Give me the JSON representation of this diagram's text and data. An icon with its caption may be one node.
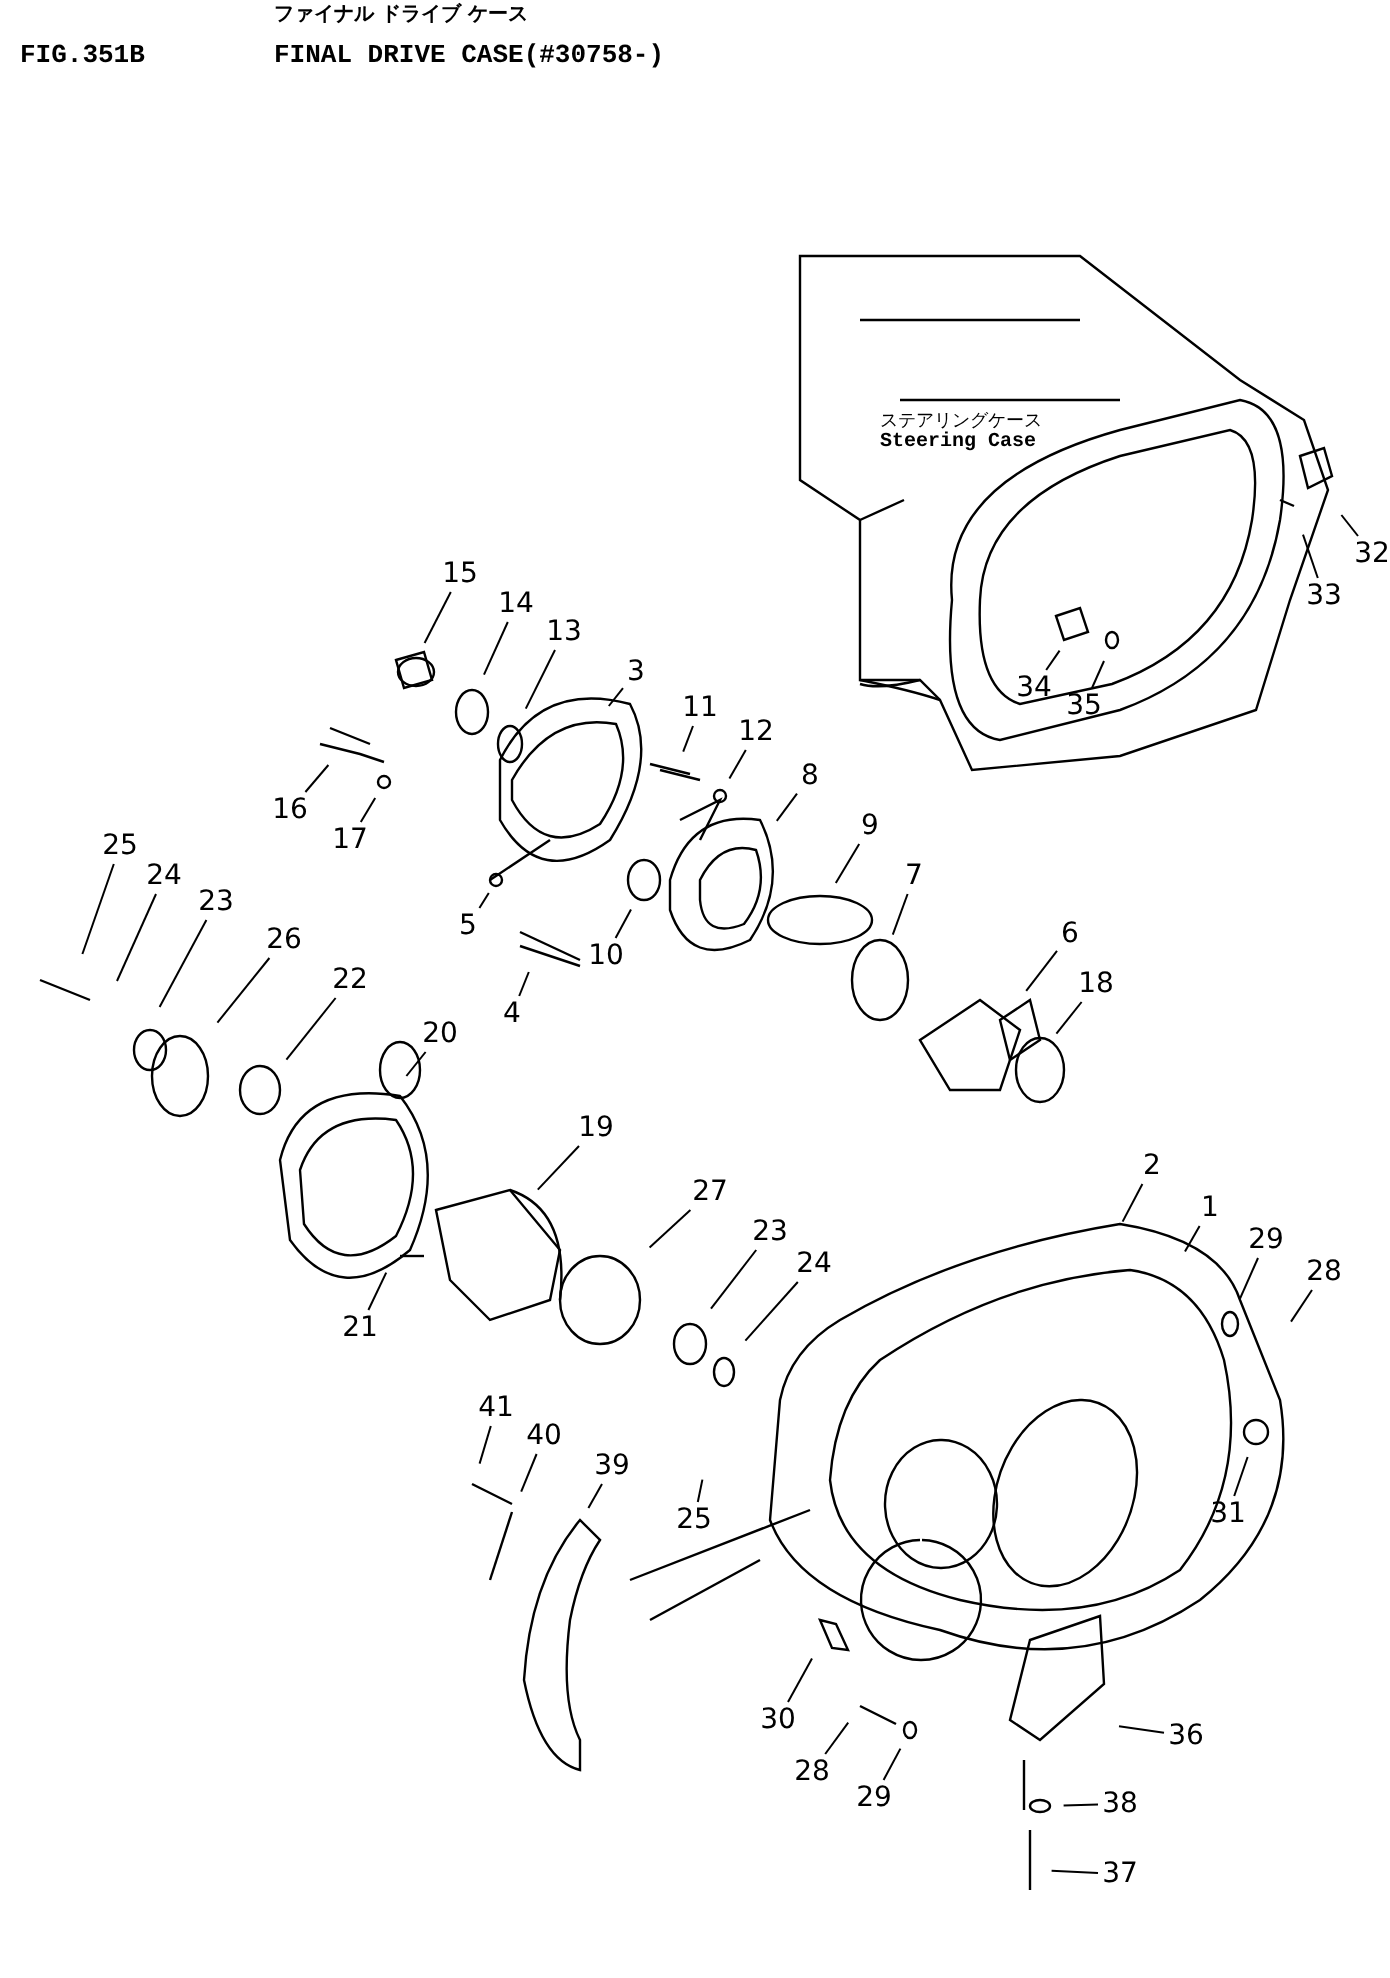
{
  "diagram": {
    "title": "FINAL DRIVE CASE(#30758-)",
    "nodes": [
      {
        "text": [
          "15"
        ]
      },
      {
        "text": [
          "14"
        ]
      },
      {
        "text": [
          "13"
        ]
      },
      {
        "text": [
          "3"
        ]
      },
      {
        "text": [
          "11"
        ]
      },
      {
        "text": [
          "12"
        ]
      },
      {
        "text": [
          "8"
        ]
      },
      {
        "text": [
          "9"
        ]
      },
      {
        "text": [
          "7"
        ]
      },
      {
        "text": [
          "6"
        ]
      },
      {
        "text": [
          "18"
        ]
      },
      {
        "text": [
          "16"
        ]
      },
      {
        "text": [
          "17"
        ]
      },
      {
        "text": [
          "5"
        ]
      },
      {
        "text": [
          "4"
        ]
      },
      {
        "text": [
          "10"
        ]
      },
      {
        "text": [
          "25"
        ]
      },
      {
        "text": [
          "24"
        ]
      },
      {
        "text": [
          "23"
        ]
      },
      {
        "text": [
          "26"
        ]
      },
      {
        "text": [
          "22"
        ]
      },
      {
        "text": [
          "20"
        ]
      },
      {
        "text": [
          "19"
        ]
      },
      {
        "text": [
          "27"
        ]
      },
      {
        "text": [
          "23"
        ]
      },
      {
        "text": [
          "24"
        ]
      },
      {
        "text": [
          "21"
        ]
      },
      {
        "text": [
          "2"
        ]
      },
      {
        "text": [
          "1"
        ]
      },
      {
        "text": [
          "29"
        ]
      },
      {
        "text": [
          "28"
        ]
      },
      {
        "text": [
          "31"
        ]
      },
      {
        "text": [
          "41"
        ]
      },
      {
        "text": [
          "40"
        ]
      },
      {
        "text": [
          "39"
        ]
      },
      {
        "text": [
          "25"
        ]
      },
      {
        "text": [
          "30"
        ]
      },
      {
        "text": [
          "28"
        ]
      },
      {
        "text": [
          "29"
        ]
      },
      {
        "text": [
          "36"
        ]
      },
      {
        "text": [
          "38"
        ]
      },
      {
        "text": [
          "37"
        ]
      },
      {
        "text": [
          "32"
        ]
      },
      {
        "text": [
          "33"
        ]
      },
      {
        "text": [
          "34"
        ]
      },
      {
        "text": [
          "35"
        ]
      }
    ],
    "edges": [
      {
        "from": 0,
        "to": null,
        "arrow": "none"
      },
      {
        "from": 1,
        "to": null,
        "arrow": "none"
      },
      {
        "from": 2,
        "to": null,
        "arrow": "none"
      },
      {
        "from": 3,
        "to": null,
        "arrow": "none"
      },
      {
        "from": 4,
        "to": null,
        "arrow": "none"
      },
      {
        "from": 5,
        "to": null,
        "arrow": "none"
      },
      {
        "from": 6,
        "to": null,
        "arrow": "none"
      },
      {
        "from": 7,
        "to": null,
        "arrow": "none"
      },
      {
        "from": 8,
        "to": null,
        "arrow": "none"
      },
      {
        "from": 9,
        "to": null,
        "arrow": "none"
      },
      {
        "from": 10,
        "to": null,
        "arrow": "none"
      },
      {
        "from": 11,
        "to": null,
        "arrow": "none"
      },
      {
        "from": 12,
        "to": null,
        "arrow": "none"
      },
      {
        "from": 13,
        "to": null,
        "arrow": "none"
      },
      {
        "from": 14,
        "to": null,
        "arrow": "none"
      },
      {
        "from": 15,
        "to": null,
        "arrow": "none"
      },
      {
        "from": 16,
        "to": null,
        "arrow": "none"
      },
      {
        "from": 17,
        "to": null,
        "arrow": "none"
      },
      {
        "from": 18,
        "to": null,
        "arrow": "none"
      },
      {
        "from": 19,
        "to": null,
        "arrow": "none"
      },
      {
        "from": 20,
        "to": null,
        "arrow": "none"
      },
      {
        "from": 21,
        "to": null,
        "arrow": "none"
      },
      {
        "from": 22,
        "to": null,
        "arrow": "none"
      },
      {
        "from": 23,
        "to": null,
        "arrow": "none"
      },
      {
        "from": 24,
        "to": null,
        "arrow": "none"
      },
      {
        "from": 25,
        "to": null,
        "arrow": "none"
      },
      {
        "from": 26,
        "to": null,
        "arrow": "none"
      },
      {
        "from": 27,
        "to": null,
        "arrow": "none"
      },
      {
        "from": 28,
        "to": null,
        "arrow": "none"
      },
      {
        "from": 29,
        "to": null,
        "arrow": "none"
      },
      {
        "from": 30,
        "to": null,
        "arrow": "none"
      },
      {
        "from": 31,
        "to": null,
        "arrow": "none"
      },
      {
        "from": 32,
        "to": null,
        "arrow": "none"
      },
      {
        "from": 33,
        "to": null,
        "arrow": "none"
      },
      {
        "from": 34,
        "to": null,
        "arrow": "none"
      },
      {
        "from": 35,
        "to": null,
        "arrow": "none"
      },
      {
        "from": 36,
        "to": null,
        "arrow": "none"
      },
      {
        "from": 37,
        "to": null,
        "arrow": "none"
      },
      {
        "from": 38,
        "to": null,
        "arrow": "none"
      },
      {
        "from": 39,
        "to": null,
        "arrow": "none"
      },
      {
        "from": 40,
        "to": null,
        "arrow": "none"
      },
      {
        "from": 41,
        "to": null,
        "arrow": "none"
      },
      {
        "from": 42,
        "to": null,
        "arrow": "none"
      },
      {
        "from": 43,
        "to": null,
        "arrow": "none"
      },
      {
        "from": 44,
        "to": null,
        "arrow": "none"
      },
      {
        "from": 45,
        "to": null,
        "arrow": "none"
      }
    ],
    "labels": [
      "ファイナル ドライブ ケース",
      "FIG.351B",
      "ステアリングケース",
      "Steering Case"
    ]
  }
}
